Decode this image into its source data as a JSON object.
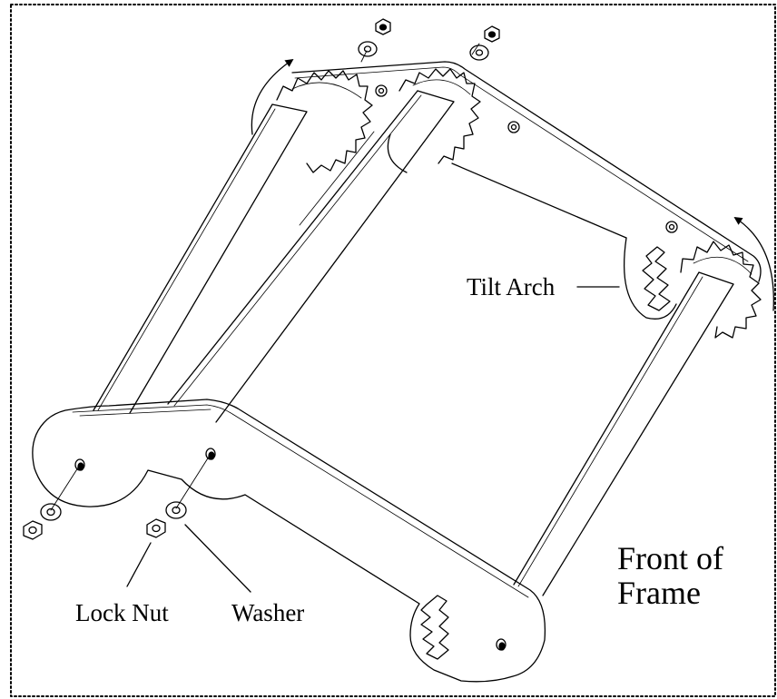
{
  "colors": {
    "ink": "#000000",
    "paper": "#ffffff"
  },
  "labels": {
    "tilt_arch": "Tilt Arch",
    "lock_nut": "Lock Nut",
    "washer": "Washer",
    "front_line1": "Front of",
    "front_line2": "Frame"
  }
}
